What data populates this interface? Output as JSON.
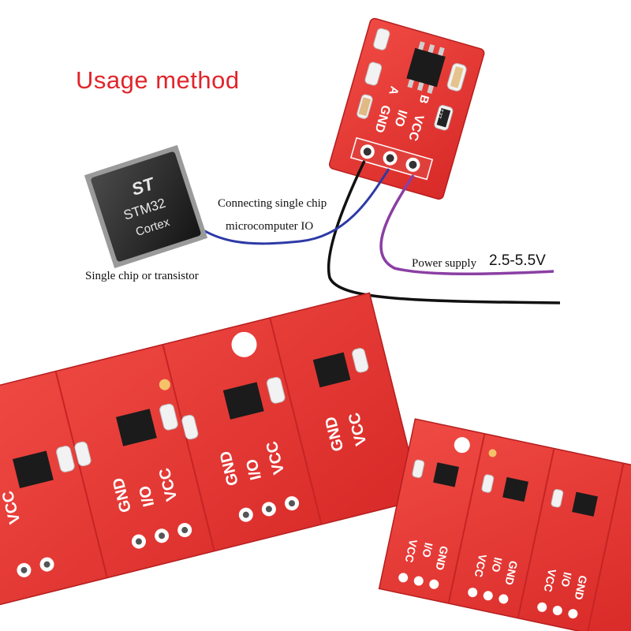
{
  "title": "Usage method",
  "chip_caption": "Single chip or transistor",
  "chip_markings": {
    "brand": "ST",
    "model": "STM32",
    "core": "Cortex"
  },
  "connection_caption_line1": "Connecting single chip",
  "connection_caption_line2": "microcomputer IO",
  "power_caption": "Power supply",
  "power_voltage": "2.5-5.5V",
  "pin_labels": [
    "GND",
    "I/O",
    "VCC"
  ],
  "pad_labels": [
    "A",
    "B"
  ],
  "component_code": "121",
  "colors": {
    "title": "#e0252b",
    "pcb": "#e8312f",
    "pcb_dark": "#c81f1f",
    "wire_blue": "#2d3aa6",
    "wire_purple": "#8a3fa3",
    "wire_black": "#111111"
  }
}
